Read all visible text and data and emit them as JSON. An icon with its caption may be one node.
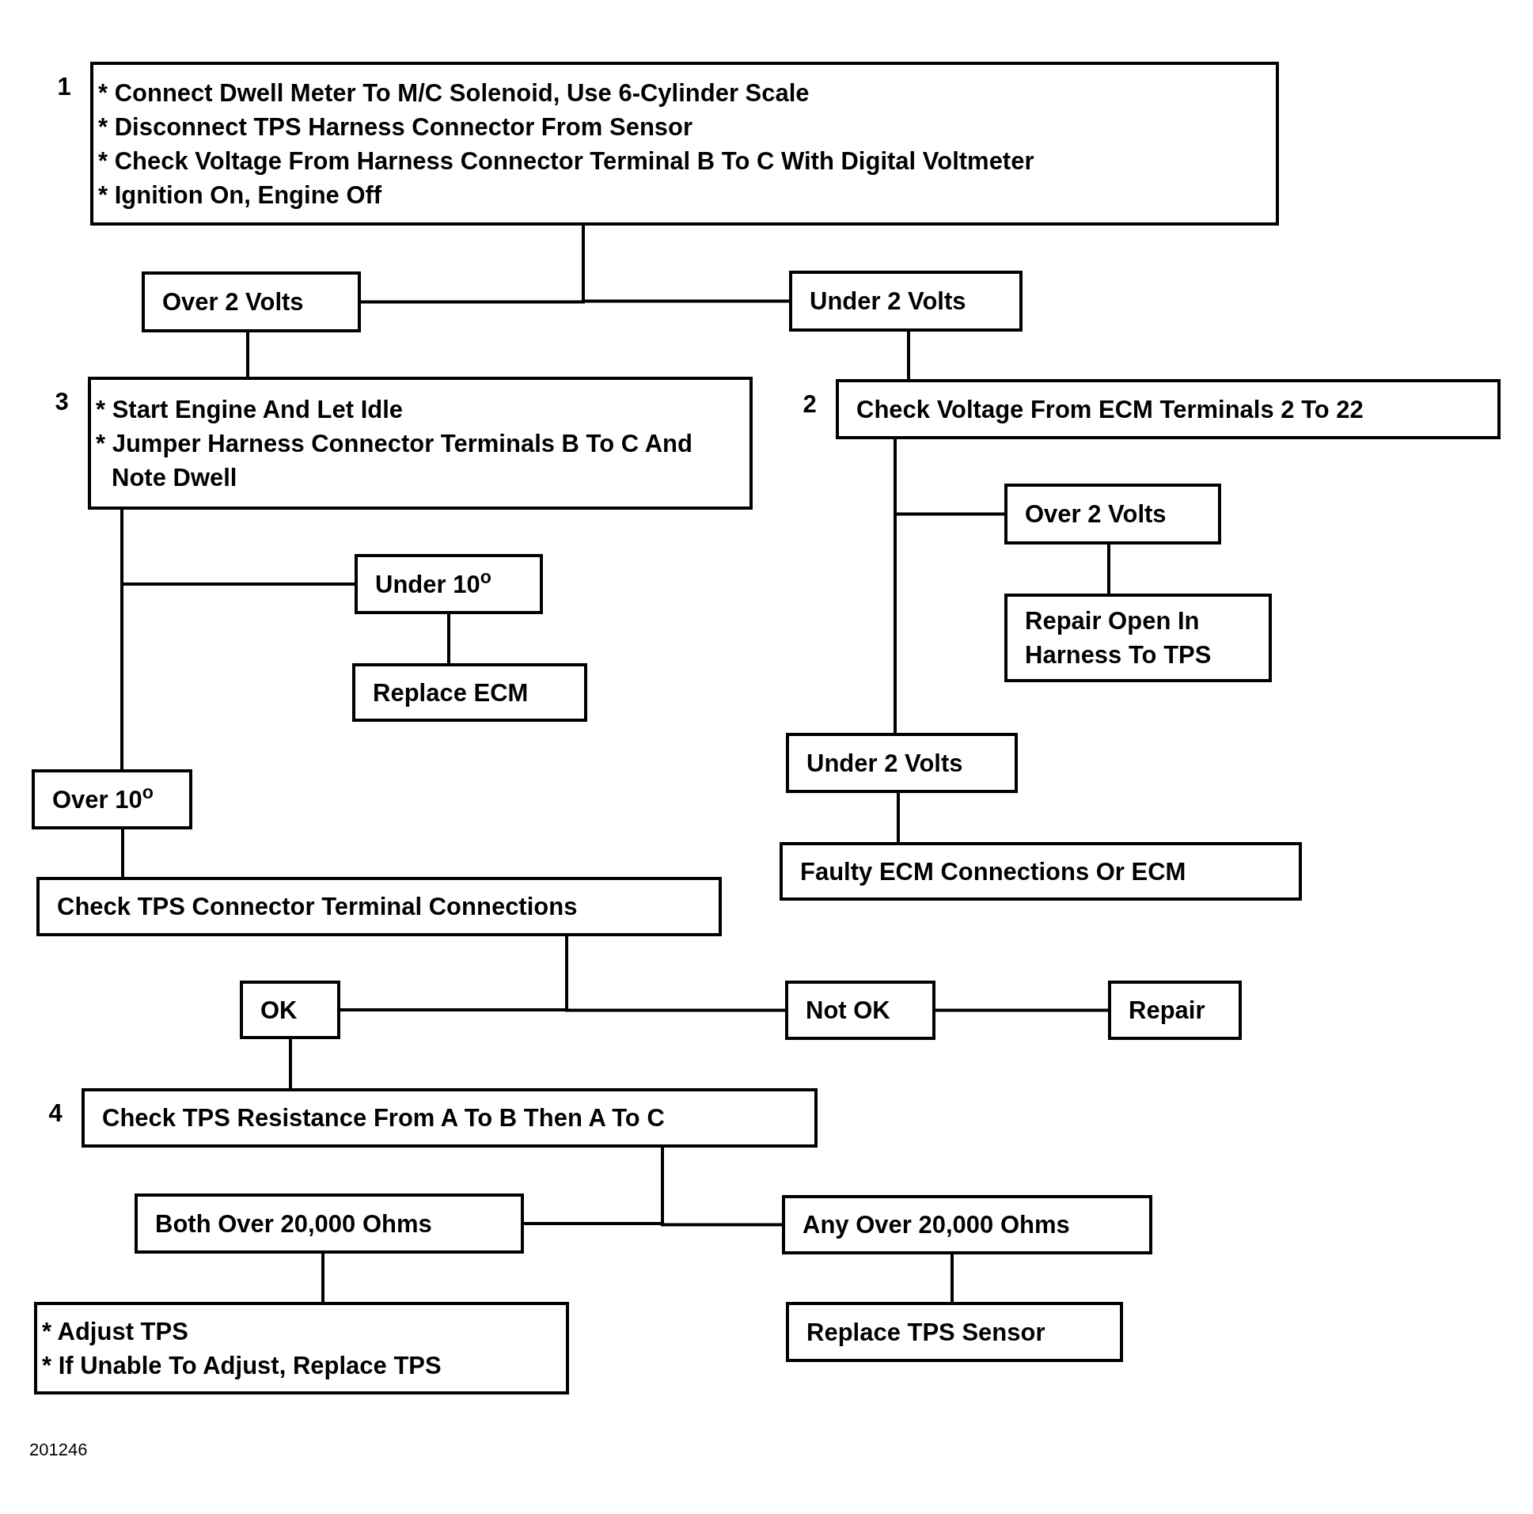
{
  "diagram": {
    "nodes": [
      {
        "text": [
          "* Connect Dwell Meter To M/C Solenoid, Use 6-Cylinder Scale",
          "* Disconnect TPS Harness Connector From Sensor",
          "* Check Voltage From Harness Connector Terminal B To C With Digital Voltmeter",
          "* Ignition On, Engine Off"
        ],
        "beside": [
          "1"
        ]
      },
      {
        "text": [
          "Over 2 Volts"
        ]
      },
      {
        "text": [
          "Under 2 Volts"
        ]
      },
      {
        "text": [
          "* Start Engine And Let Idle",
          "* Jumper Harness Connector Terminals B To C And Note Dwell"
        ],
        "beside": [
          "3"
        ]
      },
      {
        "text": [
          "Check Voltage From ECM Terminals 2 To 22"
        ],
        "beside": [
          "2"
        ]
      },
      {
        "text": [
          "Under 10$^{o}$"
        ]
      },
      {
        "text": [
          "Replace ECM"
        ]
      },
      {
        "text": [
          "Over 2 Volts"
        ]
      },
      {
        "text": [
          "Repair Open In Harness To TPS"
        ]
      },
      {
        "text": [
          "Over 10$^{o}$"
        ]
      },
      {
        "text": [
          "Under 2 Volts"
        ]
      },
      {
        "text": [
          "Faulty ECM Connections Or ECM"
        ]
      },
      {
        "text": [
          "Check TPS Connector Terminal Connections"
        ]
      },
      {
        "text": [
          "OK"
        ]
      },
      {
        "text": [
          "Not OK"
        ]
      },
      {
        "text": [
          "Repair"
        ]
      },
      {
        "text": [
          "Check TPS Resistance From A To B Then A To C"
        ],
        "beside": [
          "4"
        ]
      },
      {
        "text": [
          "Both Over 20,000 Ohms"
        ]
      },
      {
        "text": [
          "Any Over 20,000 Ohms"
        ]
      },
      {
        "text": [
          "* Adjust TPS",
          "* If Unable To Adjust, Replace TPS"
        ]
      },
      {
        "text": [
          "Replace TPS Sensor"
        ]
      }
    ],
    "edges": [
      {
        "from": 0,
        "to": 1,
        "arrow": "none"
      },
      {
        "from": 0,
        "to": 2,
        "arrow": "none"
      },
      {
        "from": 1,
        "to": 3,
        "arrow": "none"
      },
      {
        "from": 2,
        "to": 4,
        "arrow": "none"
      },
      {
        "from": 3,
        "to": 5,
        "arrow": "none"
      },
      {
        "from": 3,
        "to": 9,
        "arrow": "none"
      },
      {
        "from": 5,
        "to": 6,
        "arrow": "none"
      },
      {
        "from": 4,
        "to": 7,
        "arrow": "none"
      },
      {
        "from": 4,
        "to": 10,
        "arrow": "none"
      },
      {
        "from": 7,
        "to": 8,
        "arrow": "none"
      },
      {
        "from": 10,
        "to": 11,
        "arrow": "none"
      },
      {
        "from": 9,
        "to": 12,
        "arrow": "none"
      },
      {
        "from": 12,
        "to": 13,
        "arrow": "none"
      },
      {
        "from": 12,
        "to": 14,
        "arrow": "none"
      },
      {
        "from": 14,
        "to": 15,
        "arrow": "none"
      },
      {
        "from": 13,
        "to": 16,
        "arrow": "none"
      },
      {
        "from": 16,
        "to": 17,
        "arrow": "none"
      },
      {
        "from": 16,
        "to": 18,
        "arrow": "none"
      },
      {
        "from": 17,
        "to": 19,
        "arrow": "none"
      },
      {
        "from": 18,
        "to": 20,
        "arrow": "none"
      }
    ],
    "labels": [
      "201246"
    ]
  }
}
